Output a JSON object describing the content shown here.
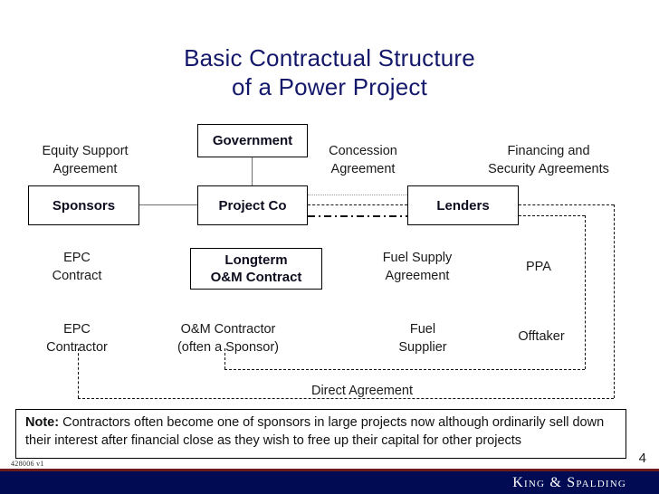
{
  "slide": {
    "title_line1": "Basic Contractual Structure",
    "title_line2": "of a Power Project",
    "page_number": "4",
    "doc_code": "428006 v1",
    "brand": "King & Spalding",
    "title_color": "#14186B",
    "brand_bar_color": "#000B54",
    "brand_rule_color": "#6E1A1A"
  },
  "boxes": {
    "government": "Government",
    "sponsors": "Sponsors",
    "project_co": "Project  Co",
    "lenders": "Lenders",
    "om_contract_line1": "Longterm",
    "om_contract_line2": "O&M Contract"
  },
  "labels": {
    "equity_support": "Equity Support\nAgreement",
    "concession": "Concession\nAgreement",
    "financing_security": "Financing and\nSecurity Agreements",
    "epc_contract": "EPC\nContract",
    "fuel_supply_agreement": "Fuel Supply\nAgreement",
    "ppa": "PPA",
    "epc_contractor": "EPC\nContractor",
    "om_contractor": "O&M Contractor\n(often a Sponsor)",
    "fuel_supplier": "Fuel\nSupplier",
    "offtaker": "Offtaker",
    "direct_agreement": "Direct Agreement"
  },
  "note": {
    "prefix": "Note:",
    "body": "  Contractors often become one of sponsors in large projects now although ordinarily sell down their interest after financial close as they wish to free up their capital for other projects"
  }
}
